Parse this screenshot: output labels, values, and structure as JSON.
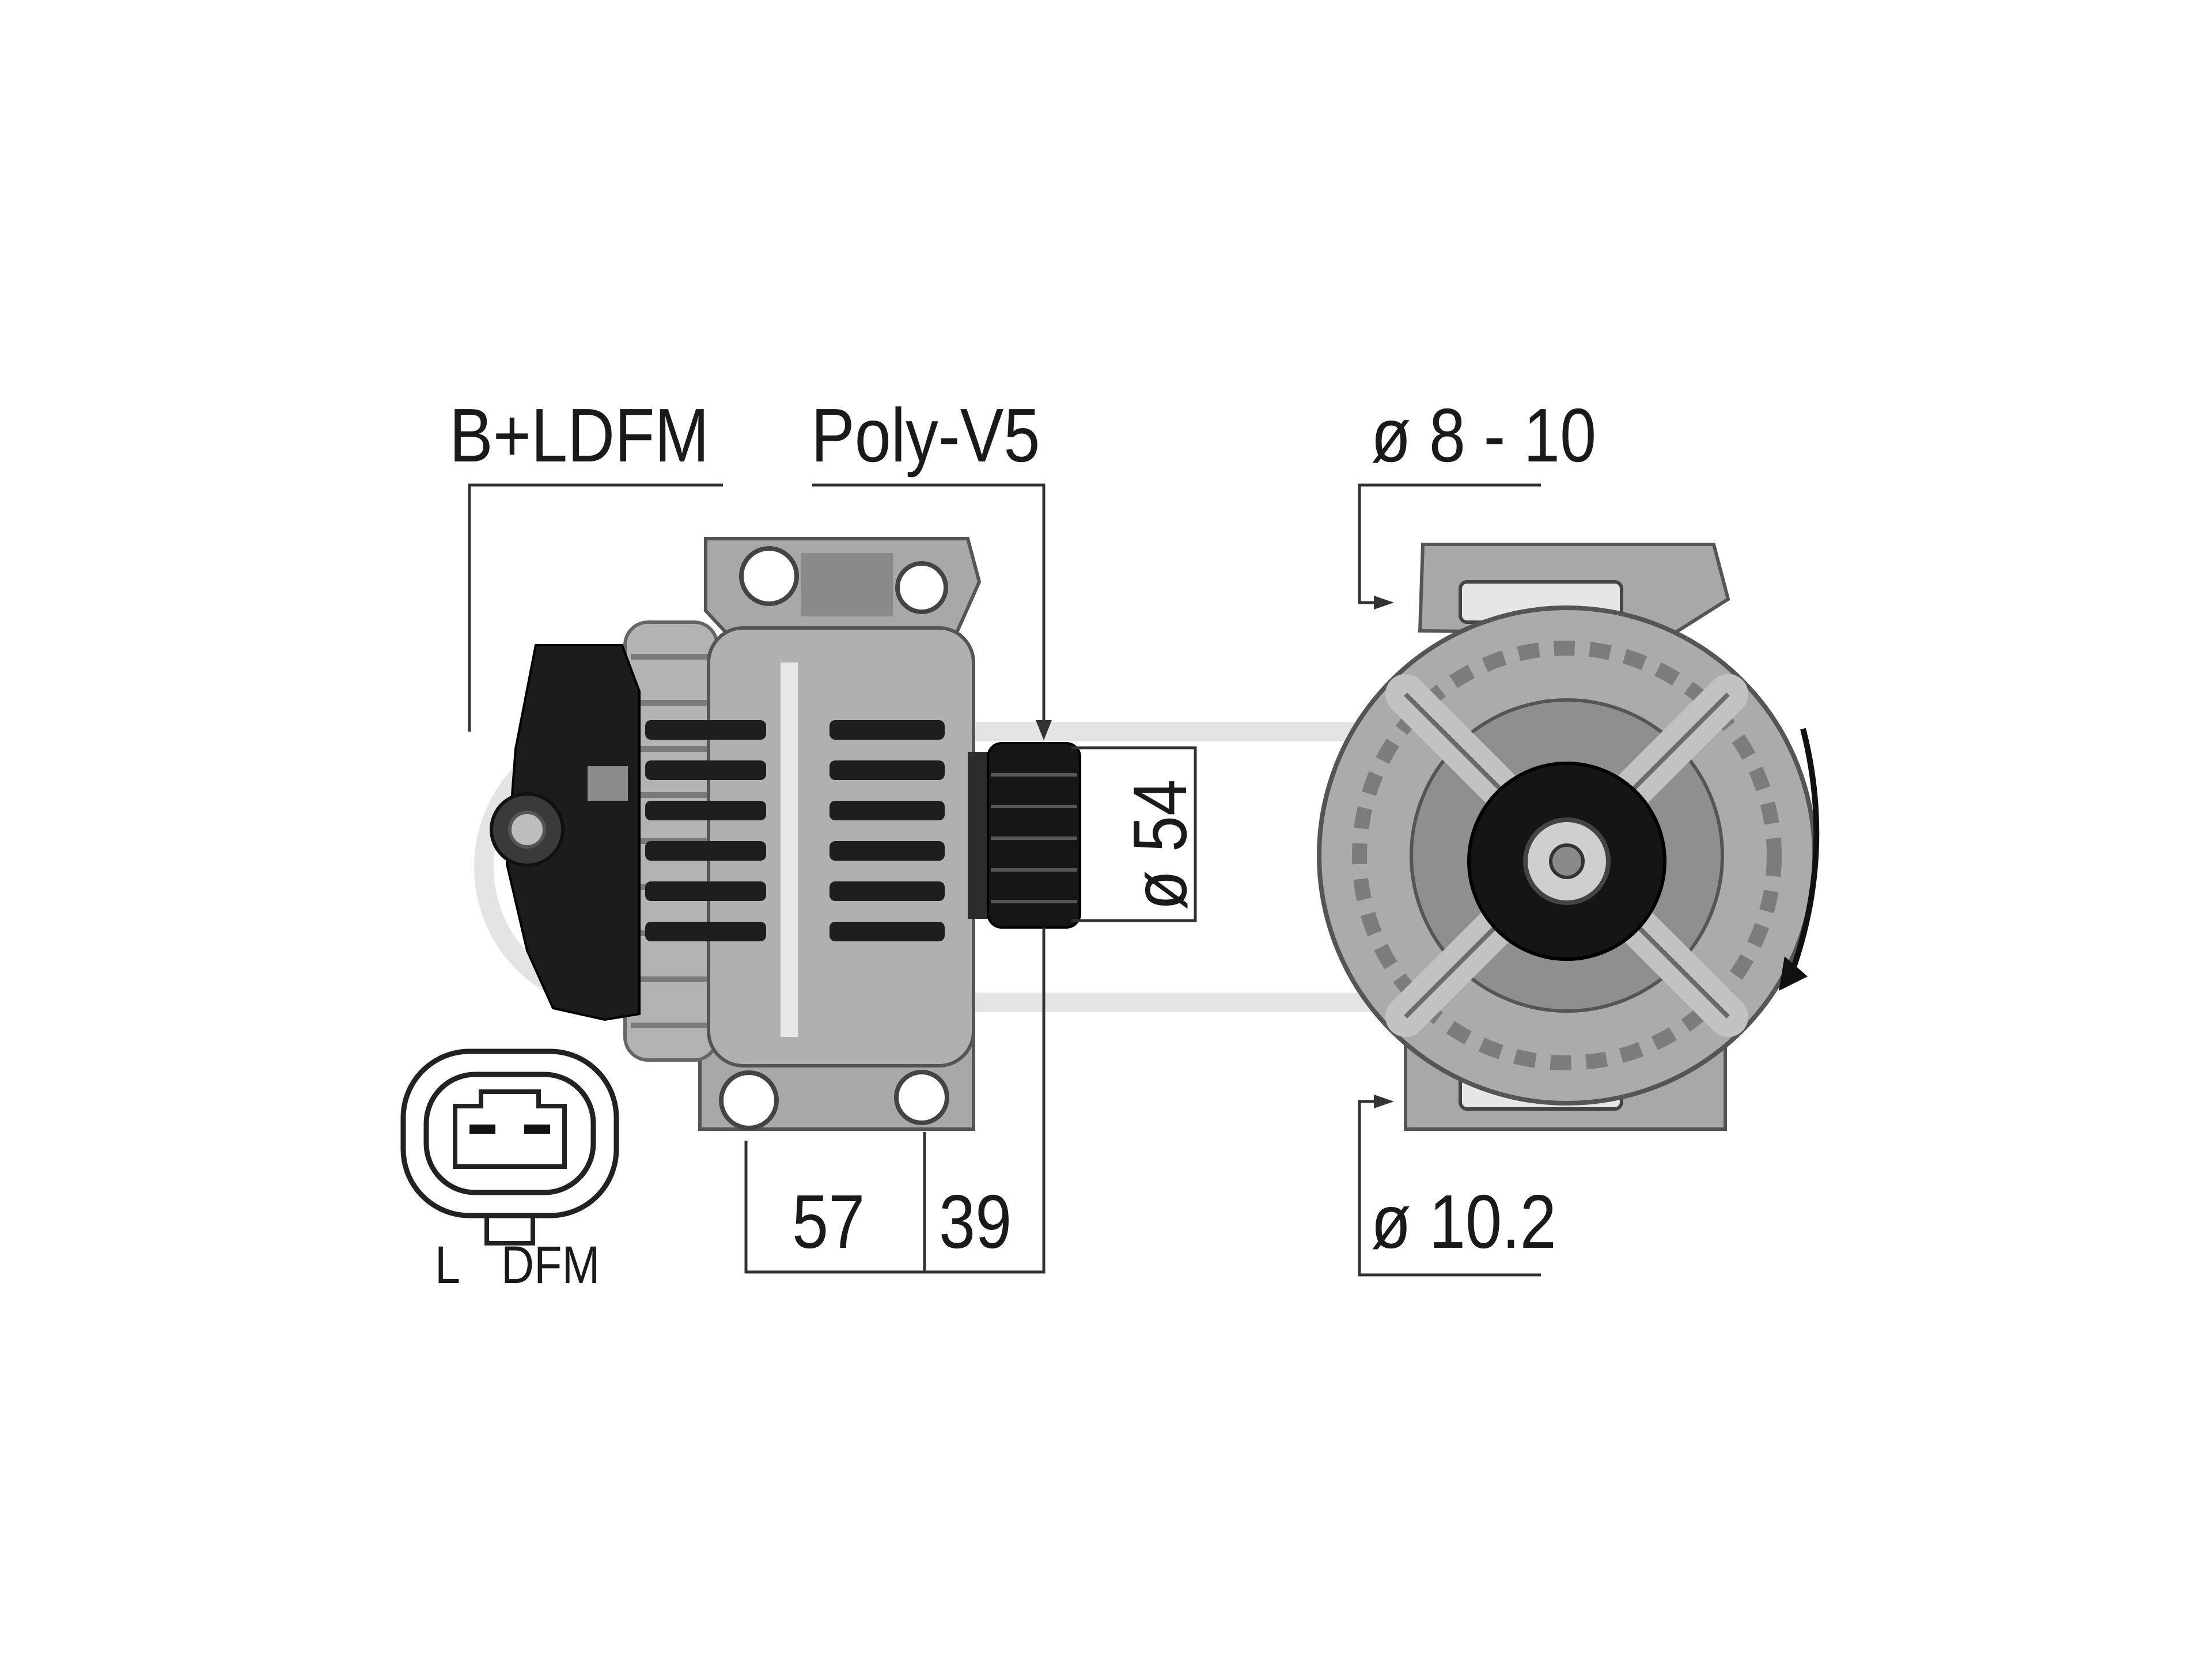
{
  "labels": {
    "terminal_label": "B+LDFM",
    "belt_label": "Poly-V5",
    "pulley_diameter": "ø 54",
    "bolt_hole_top": "ø 8 - 10",
    "bolt_hole_bottom": "ø 10.2",
    "dim_body": "57",
    "dim_pulley": "39",
    "pin_l": "L",
    "pin_dfm": "DFM"
  },
  "colors": {
    "line": "#2b2b2b",
    "metal": "#a9a9a9",
    "metal_dark": "#6b6b6b",
    "plastic": "#1c1c1c",
    "watermark": "#e6e6e6"
  }
}
